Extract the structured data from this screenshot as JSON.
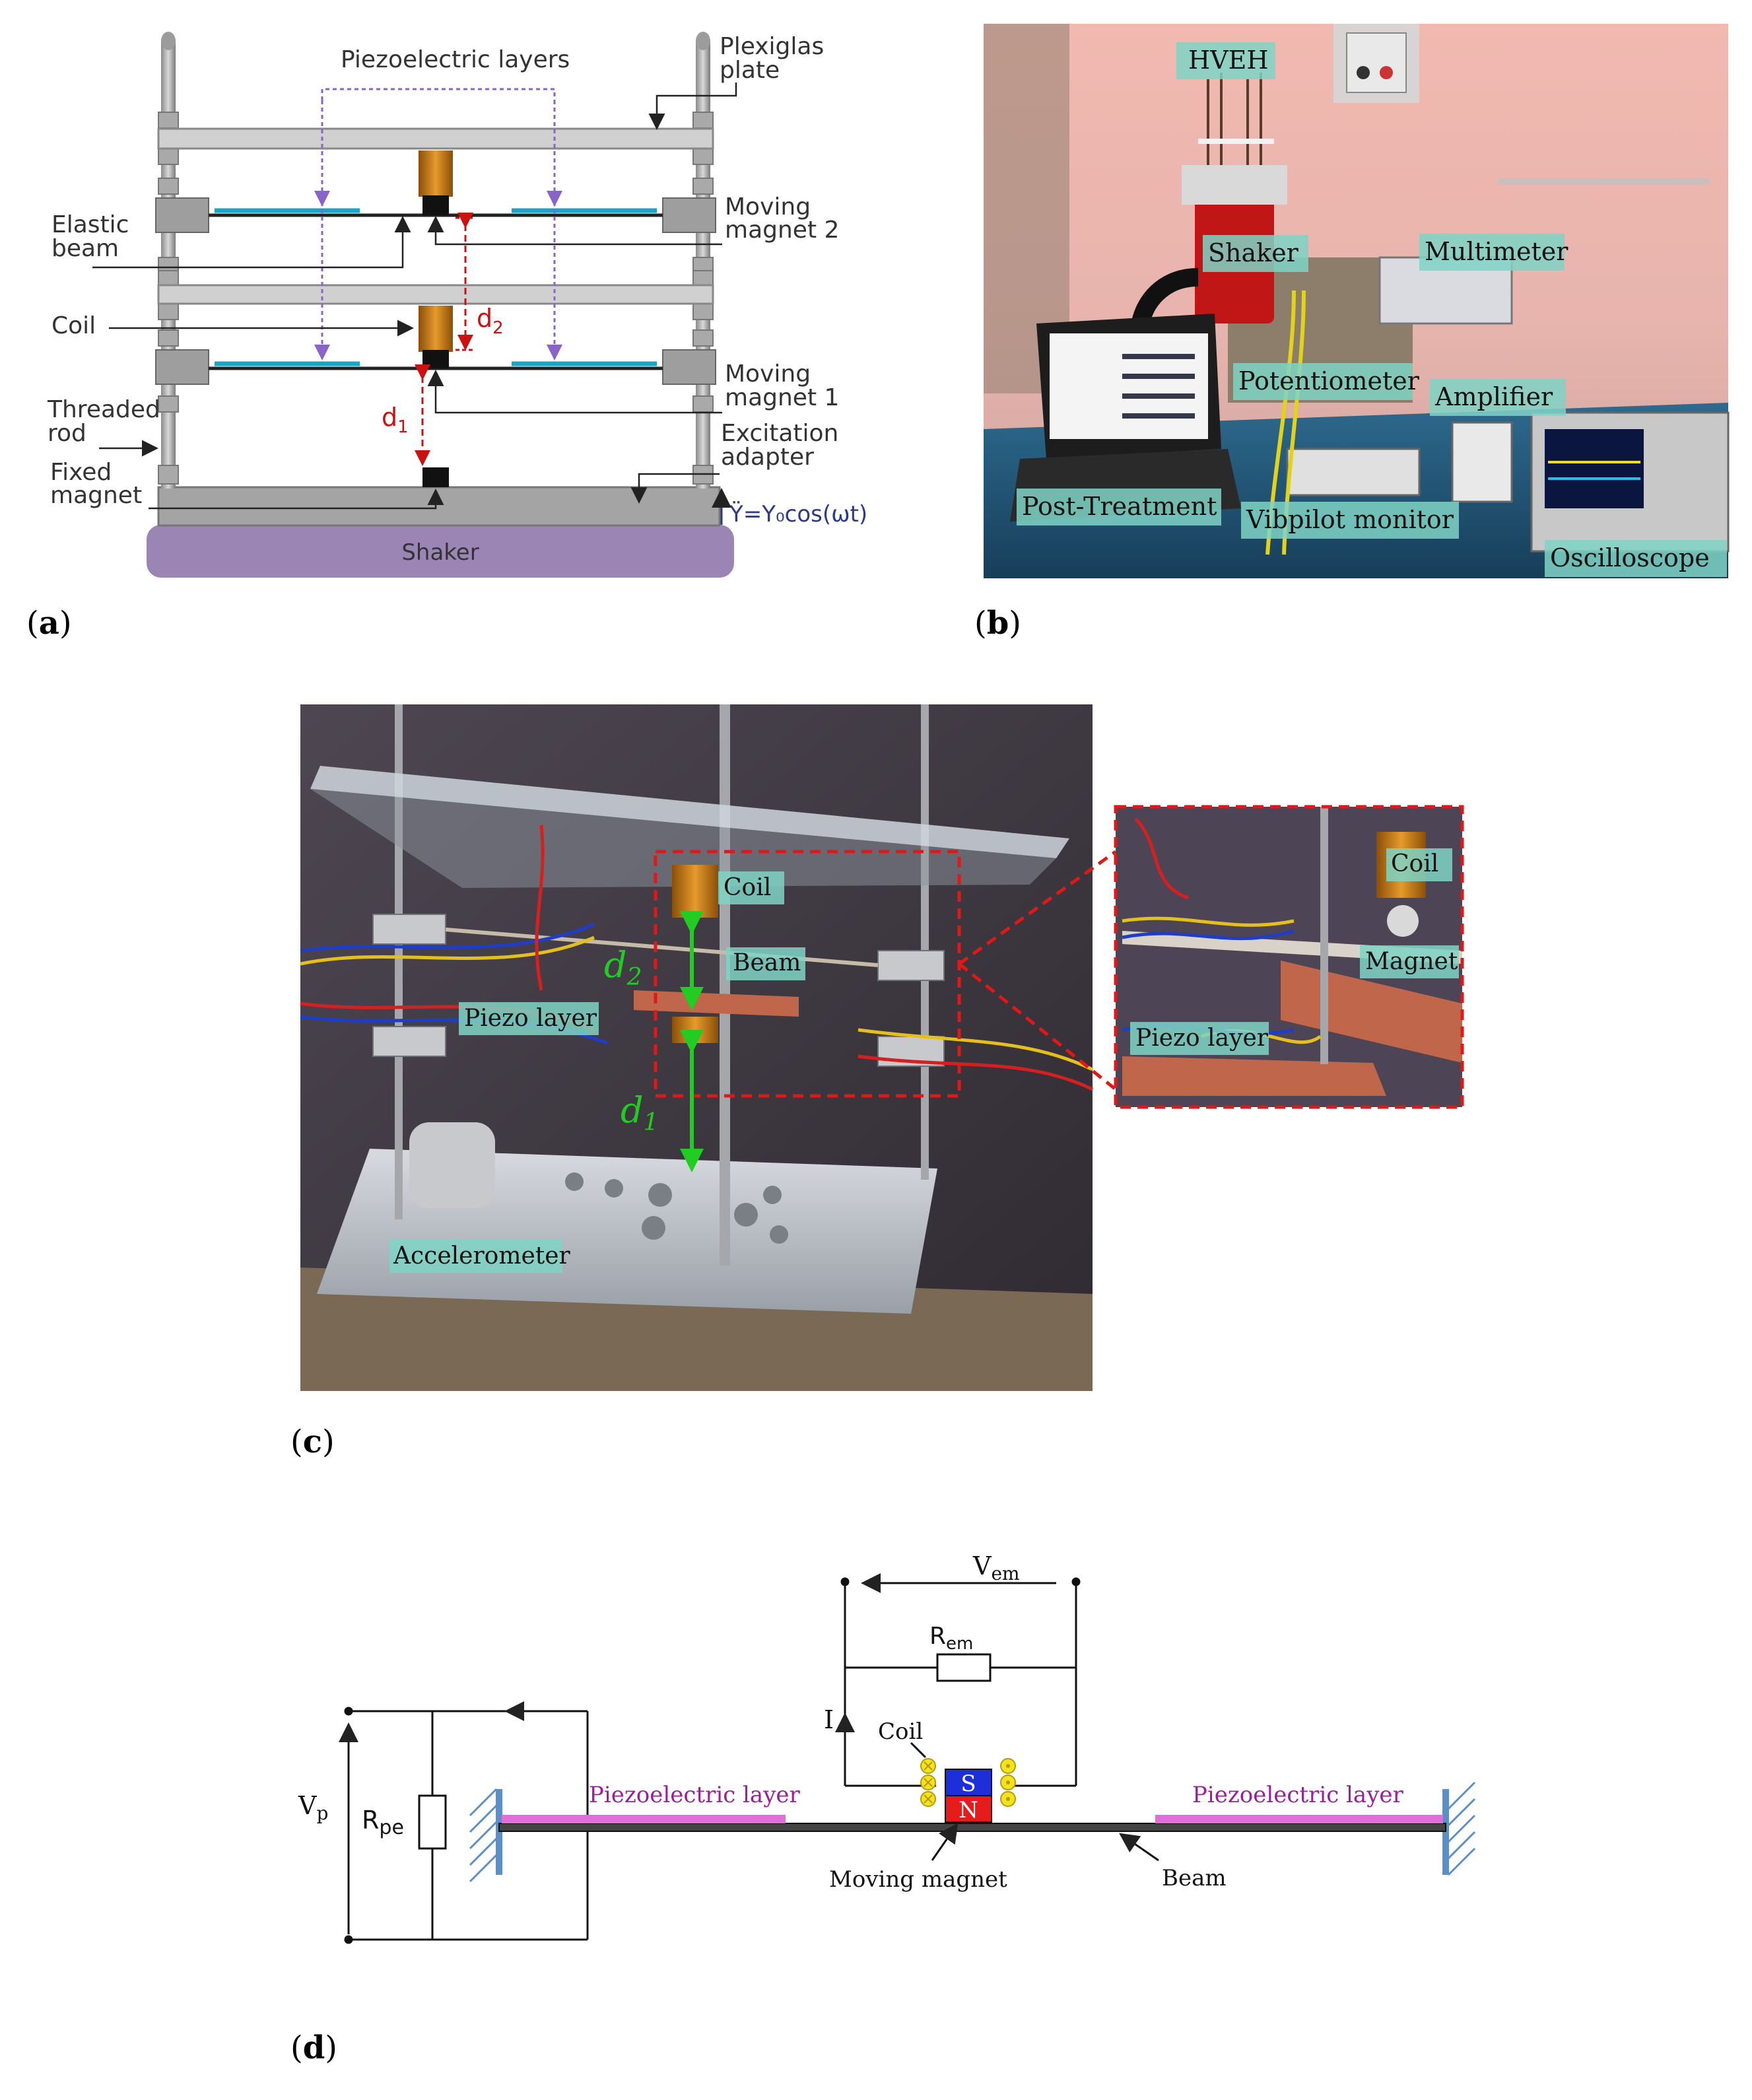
{
  "panel_a": {
    "letter": "a",
    "labels": {
      "piezo_layers": "Piezoelectric layers",
      "plexiglas_1": "Plexiglas",
      "plexiglas_2": "plate",
      "elastic_1": "Elastic",
      "elastic_2": "beam",
      "moving2_1": "Moving",
      "moving2_2": "magnet 2",
      "coil": "Coil",
      "d2": "d",
      "d2_sub": "2",
      "moving1_1": "Moving",
      "moving1_2": "magnet 1",
      "threaded_1": "Threaded",
      "threaded_2": "rod",
      "d1": "d",
      "d1_sub": "1",
      "excitation_1": "Excitation",
      "excitation_2": "adapter",
      "fixed_1": "Fixed",
      "fixed_2": "magnet",
      "equation": "Ÿ=Y₀cos(ωt)",
      "shaker": "Shaker"
    }
  },
  "panel_b": {
    "letter": "b",
    "labels": {
      "hveh": "HVEH",
      "shaker": "Shaker",
      "multimeter": "Multimeter",
      "potentiometer": "Potentiometer",
      "amplifier": "Amplifier",
      "post_treatment": "Post-Treatment",
      "vibpilot": "Vibpilot monitor",
      "oscilloscope": "Oscilloscope"
    }
  },
  "panel_c": {
    "letter": "c",
    "labels": {
      "coil": "Coil",
      "beam": "Beam",
      "piezo_layer": "Piezo layer",
      "d2": "d",
      "d2_sub": "2",
      "d1": "d",
      "d1_sub": "1",
      "accelerometer": "Accelerometer",
      "zoom_coil": "Coil",
      "zoom_magnet": "Magnet",
      "zoom_piezo": "Piezo layer"
    }
  },
  "panel_d": {
    "letter": "d",
    "labels": {
      "vem": "V",
      "vem_sub": "em",
      "rem": "R",
      "rem_sub": "em",
      "current": "I",
      "coil": "Coil",
      "s": "S",
      "n": "N",
      "vp": "V",
      "vp_sub": "p",
      "rpe": "R",
      "rpe_sub": "pe",
      "piezo_left": "Piezoelectric layer",
      "piezo_right": "Piezoelectric layer",
      "moving_magnet": "Moving magnet",
      "beam": "Beam"
    }
  },
  "colors": {
    "shaker": "#9b85b5",
    "piezo_cyan": "#18a6c4",
    "coil_orange": "#c98318",
    "dim_red": "#cc1111",
    "arrow_purple": "#8a63c9",
    "piezo_pink": "#e070d8",
    "label_purple": "#9a1f9a",
    "wall_blue": "#5b8fc9",
    "magnet_blue": "#1c2fd8",
    "magnet_red": "#e61c1c",
    "coil_yellow": "#f3e21c",
    "tag_teal": "#7fd3c6",
    "zoom_red": "#e01818",
    "dim_green": "#22cc22"
  }
}
